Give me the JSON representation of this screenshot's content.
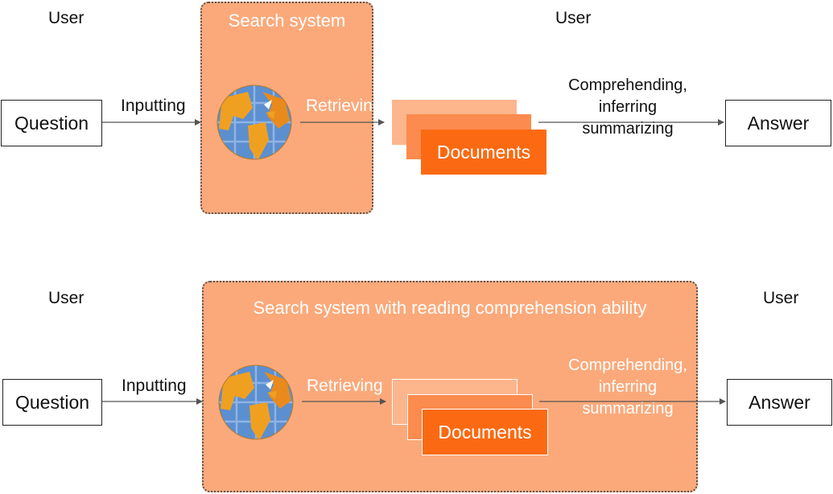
{
  "top": {
    "user_left": "User",
    "user_right": "User",
    "panel_title": "Search system",
    "question": "Question",
    "inputting": "Inputting",
    "retrieving": "Retrieving",
    "documents": "Documents",
    "process_line1": "Comprehending,",
    "process_line2": "inferring",
    "process_line3": "summarizing",
    "answer": "Answer"
  },
  "bottom": {
    "user_left": "User",
    "user_right": "User",
    "panel_title": "Search system with reading comprehension ability",
    "question": "Question",
    "inputting": "Inputting",
    "retrieving": "Retrieving",
    "documents": "Documents",
    "process_line1": "Comprehending,",
    "process_line2": "inferring",
    "process_line3": "summarizing",
    "answer": "Answer"
  },
  "colors": {
    "panel_fill": "#fba97a",
    "document_front": "#fb6a12",
    "globe_ocean": "#5b8fd0",
    "globe_land": "#f0a020"
  },
  "icons": {
    "search_globe": "globe-icon"
  }
}
